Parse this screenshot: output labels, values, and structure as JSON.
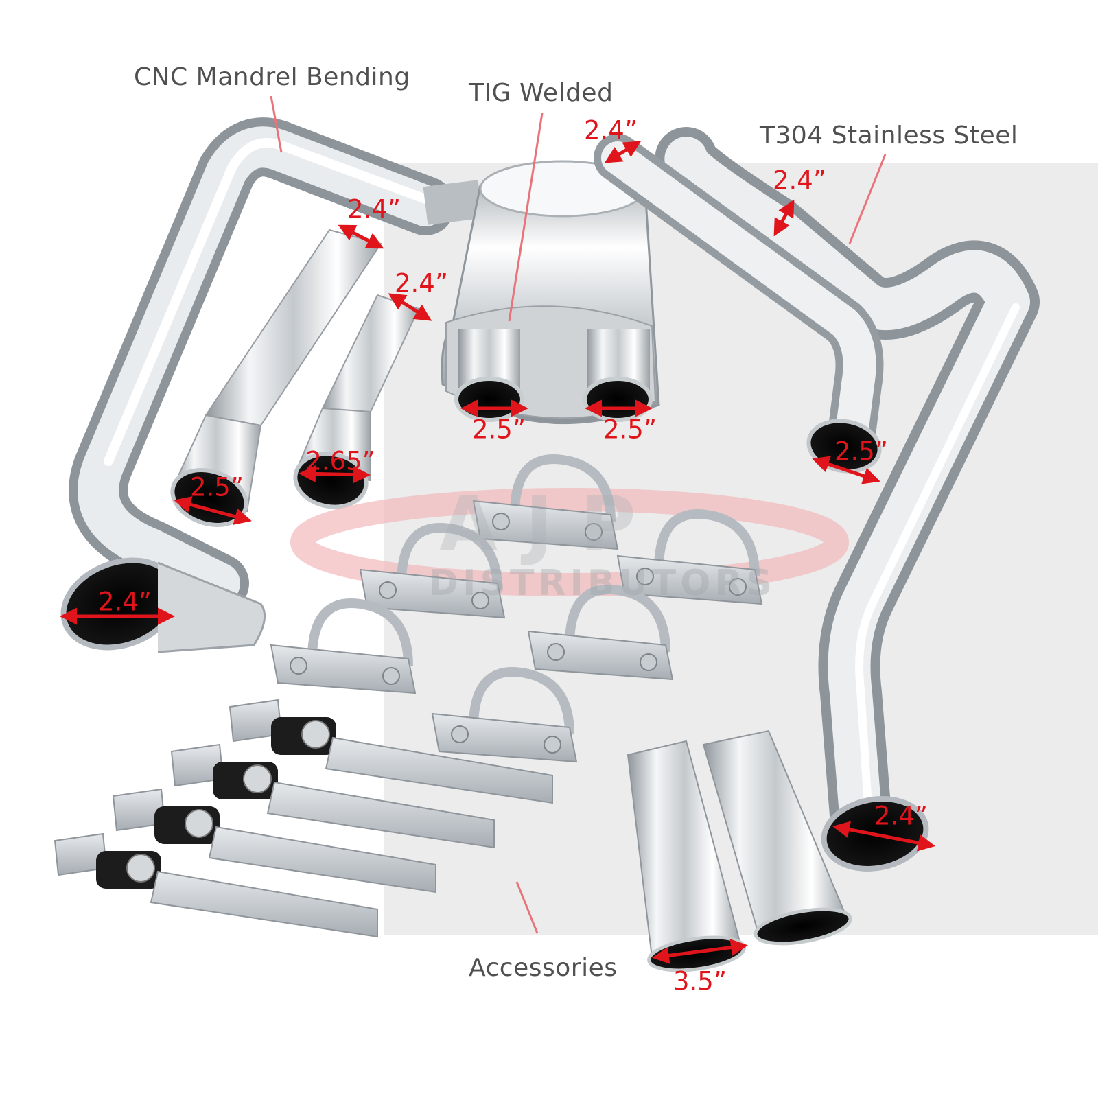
{
  "callouts": {
    "cnc": "CNC Mandrel Bending",
    "tig": "TIG Welded",
    "t304": "T304 Stainless Steel",
    "accessories": "Accessories"
  },
  "dimensions": [
    "2.4”",
    "2.4”",
    "2.4”",
    "2.4”",
    "2.5”",
    "2.5”",
    "2.5”",
    "2.5”",
    "2.65”",
    "2.4”",
    "2.4”",
    "3.5”"
  ],
  "watermark": {
    "logo": "AJP",
    "subtitle": "DISTRIBUTORS"
  },
  "colors": {
    "dimension": "#e0151b",
    "leader": "#e8737a",
    "callout_text": "#505050",
    "chrome": "#d9dde0",
    "backdrop": "#ececec"
  }
}
